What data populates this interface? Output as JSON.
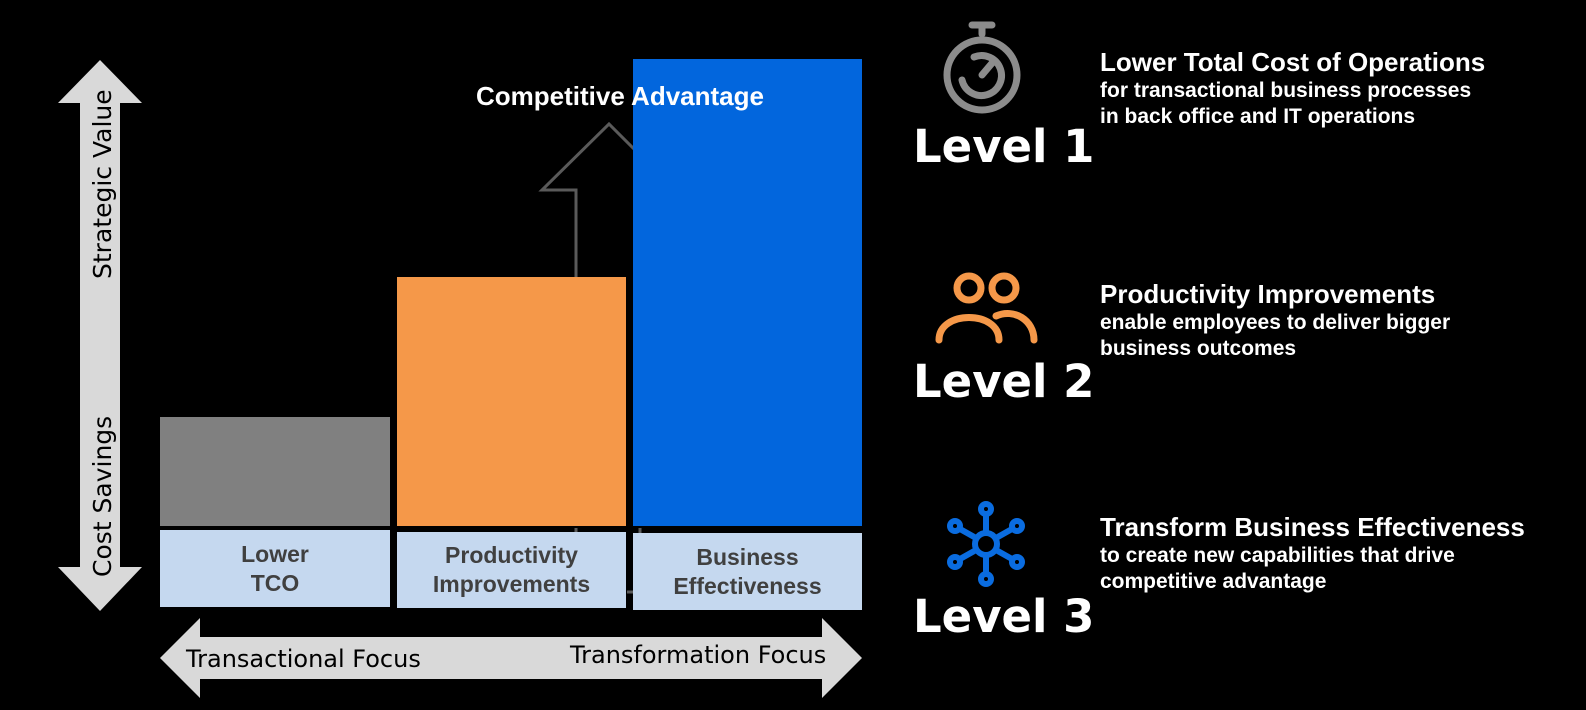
{
  "axes": {
    "vertical_top": "Strategic Value",
    "vertical_bottom": "Cost Savings",
    "horizontal_left": "Transactional Focus",
    "horizontal_right": "Transformation Focus"
  },
  "arrow_label": "Competitive Advantage",
  "bars": [
    {
      "line1": "Lower",
      "line2": "TCO",
      "color": "#808080"
    },
    {
      "line1": "Productivity",
      "line2": "Improvements",
      "color": "#f59849"
    },
    {
      "line1": "Business",
      "line2": "Effectiveness",
      "color": "#0266dd"
    }
  ],
  "levels": [
    {
      "label": "Level 1",
      "icon": "stopwatch-icon",
      "icon_color": "#8c8c8c",
      "title": "Lower Total Cost of Operations",
      "sub1": "for transactional business processes",
      "sub2": "in back office and IT operations"
    },
    {
      "label": "Level 2",
      "icon": "people-icon",
      "icon_color": "#f59849",
      "title": "Productivity Improvements",
      "sub1": "enable employees to deliver bigger",
      "sub2": "business outcomes"
    },
    {
      "label": "Level 3",
      "icon": "network-hub-icon",
      "icon_color": "#0a6ce0",
      "title": "Transform Business Effectiveness",
      "sub1": "to create new capabilities that drive",
      "sub2": "competitive advantage"
    }
  ]
}
